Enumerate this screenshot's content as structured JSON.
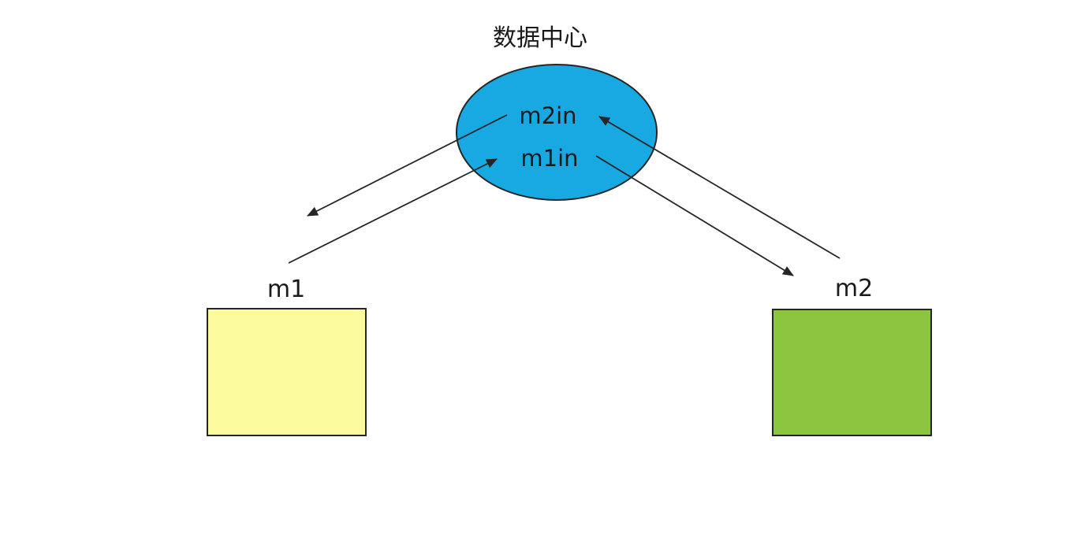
{
  "diagram": {
    "title": "数据中心",
    "hub": {
      "label_top": "m2in",
      "label_bottom": "m1in",
      "fill": "#18A8E2"
    },
    "nodes": {
      "m1": {
        "label": "m1",
        "fill": "#FBFB9D"
      },
      "m2": {
        "label": "m2",
        "fill": "#8CC63F"
      }
    },
    "edges": [
      {
        "from": "m2in",
        "to": "m1"
      },
      {
        "from": "m1",
        "to": "m1in"
      },
      {
        "from": "m2",
        "to": "m2in"
      },
      {
        "from": "m1in",
        "to": "m2"
      }
    ],
    "colors": {
      "line": "#262626",
      "text": "#1A1A1A",
      "background": "#FFFFFF"
    }
  }
}
